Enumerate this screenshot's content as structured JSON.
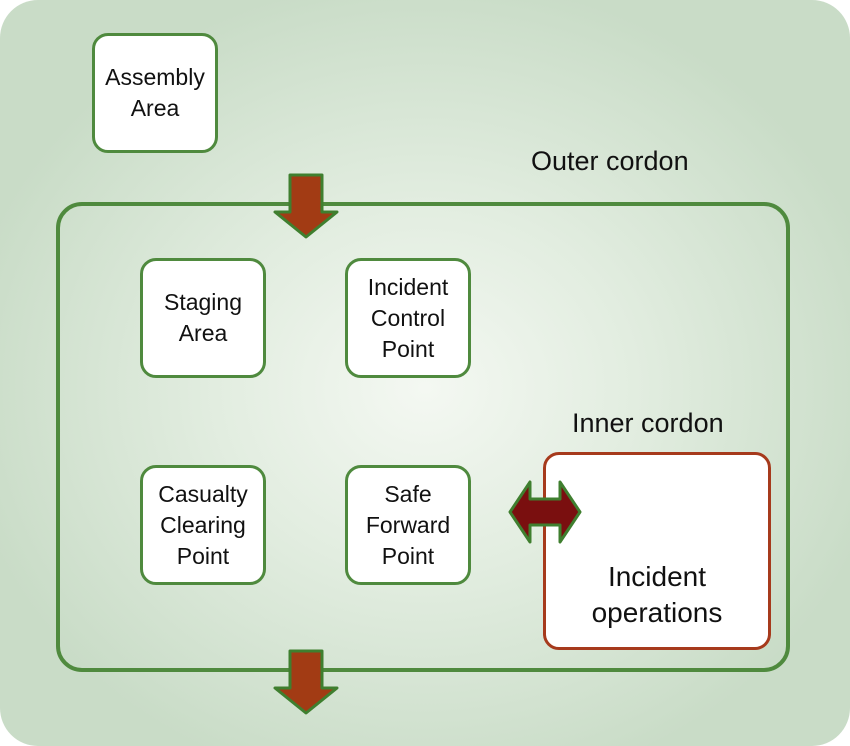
{
  "nodes": {
    "assembly_area": {
      "line1": "Assembly",
      "line2": "Area"
    },
    "staging_area": {
      "line1": "Staging",
      "line2": "Area"
    },
    "incident_control_point": {
      "line1": "Incident",
      "line2": "Control",
      "line3": "Point"
    },
    "casualty_clearing_point": {
      "line1": "Casualty",
      "line2": "Clearing",
      "line3": "Point"
    },
    "safe_forward_point": {
      "line1": "Safe",
      "line2": "Forward",
      "line3": "Point"
    },
    "incident_operations": {
      "line1": "Incident",
      "line2": "operations"
    }
  },
  "labels": {
    "outer_cordon": "Outer cordon",
    "inner_cordon": "Inner cordon"
  },
  "colors": {
    "box_border": "#4f8a3e",
    "inner_border": "#a63a1c",
    "arrow_fill": "#a23b14",
    "double_arrow_fill": "#7a0f0f",
    "arrow_outline": "#3f7f2f"
  }
}
